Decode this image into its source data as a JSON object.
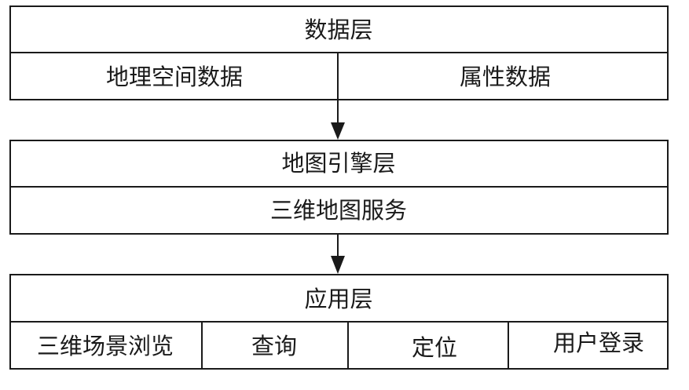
{
  "data_layer": {
    "title": "数据层",
    "items": [
      "地理空间数据",
      "属性数据"
    ]
  },
  "map_engine_layer": {
    "title": "地图引擎层",
    "items": [
      "三维地图服务"
    ]
  },
  "application_layer": {
    "title": "应用层",
    "items": [
      "三维场景浏览",
      "查询",
      "定位",
      "用户登录"
    ]
  }
}
